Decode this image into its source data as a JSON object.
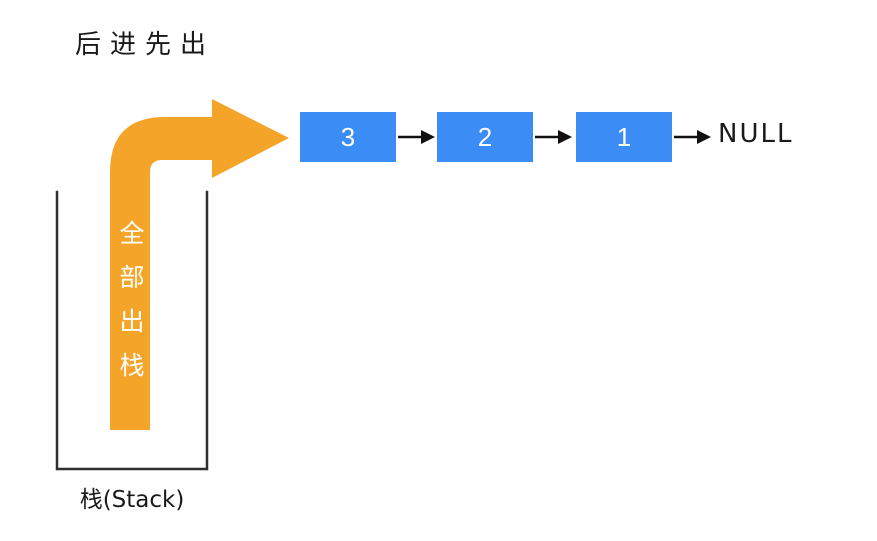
{
  "title": "后进先出",
  "colors": {
    "orange": "#F4A428",
    "blue": "#3B8CF5",
    "line": "#2f2f2f"
  },
  "stack": {
    "label": "栈(Stack)",
    "pop_annotation": "全部出栈"
  },
  "linked_list": {
    "nodes": [
      {
        "value": "3"
      },
      {
        "value": "2"
      },
      {
        "value": "1"
      }
    ],
    "terminator": "NULL"
  }
}
